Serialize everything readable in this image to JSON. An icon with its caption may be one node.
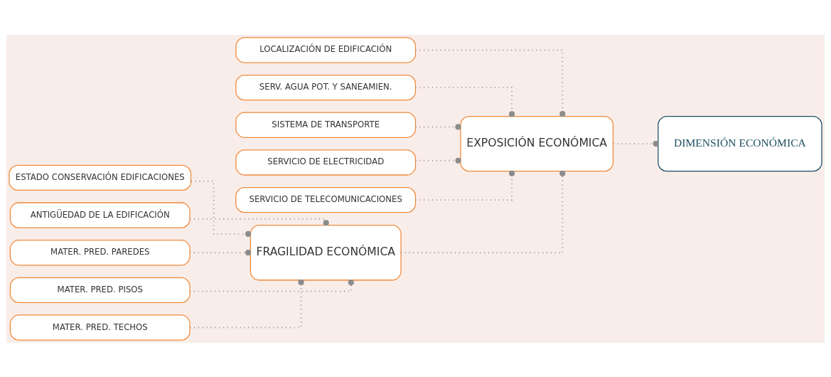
{
  "diagram": {
    "nodes": [
      {
        "text": [
          "FRAGILIDAD ECONÓMICA"
        ]
      },
      {
        "text": [
          "EXPOSICIÓN ECONÓMICA"
        ]
      },
      {
        "text": [
          "DIMENSIÓN ECONÓMICA"
        ]
      },
      {
        "text": [
          "ESTADO CONSERVACIÓN EDIFICACIONES"
        ]
      },
      {
        "text": [
          "ANTIGÜEDAD DE LA EDIFICACIÓN"
        ]
      },
      {
        "text": [
          "MATER. PRED. PAREDES"
        ]
      },
      {
        "text": [
          "MATER. PRED. PISOS"
        ]
      },
      {
        "text": [
          "MATER. PRED. TECHOS"
        ]
      },
      {
        "text": [
          "LOCALIZACIÓN DE EDIFICACIÓN"
        ]
      },
      {
        "text": [
          "SERV. AGUA POT. Y SANEAMIEN."
        ]
      },
      {
        "text": [
          "SISTEMA DE TRANSPORTE"
        ]
      },
      {
        "text": [
          "SERVICIO DE ELECTRICIDAD"
        ]
      },
      {
        "text": [
          "SERVICIO DE TELECOMUNICACIONES"
        ]
      }
    ],
    "edges": [
      {
        "from": 0,
        "to": 1,
        "arrow": "other",
        "style": "dashed"
      },
      {
        "from": 1,
        "to": 2,
        "arrow": "other",
        "style": "dashed"
      },
      {
        "from": 3,
        "to": 0,
        "arrow": "other",
        "style": "dashed"
      },
      {
        "from": 4,
        "to": 0,
        "arrow": "other",
        "style": "dashed"
      },
      {
        "from": 5,
        "to": 0,
        "arrow": "other",
        "style": "dashed"
      },
      {
        "from": 6,
        "to": 0,
        "arrow": "other",
        "style": "dashed"
      },
      {
        "from": 7,
        "to": 0,
        "arrow": "other",
        "style": "dashed"
      },
      {
        "from": 8,
        "to": 1,
        "arrow": "other",
        "style": "dashed"
      },
      {
        "from": 9,
        "to": 1,
        "arrow": "other",
        "style": "dashed"
      },
      {
        "from": 10,
        "to": 1,
        "arrow": "other",
        "style": "dashed"
      },
      {
        "from": 11,
        "to": 1,
        "arrow": "other",
        "style": "dashed"
      },
      {
        "from": 12,
        "to": 1,
        "arrow": "other",
        "style": "dashed"
      }
    ]
  }
}
